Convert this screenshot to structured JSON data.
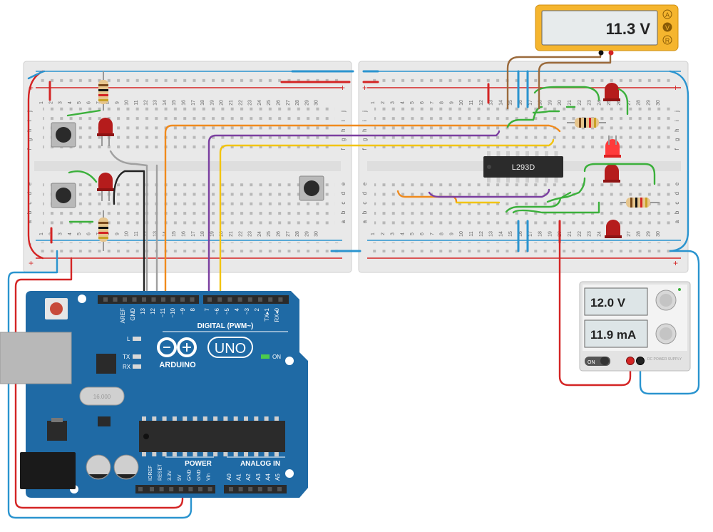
{
  "multimeter": {
    "reading": "11.3 V",
    "modes": [
      "A",
      "V",
      "R"
    ]
  },
  "power_supply": {
    "voltage": "12.0 V",
    "current": "11.9 mA",
    "switch_label": "ON",
    "brand": "DC POWER SUPPLY"
  },
  "ic": {
    "label": "L293D"
  },
  "arduino": {
    "brand": "ARDUINO",
    "model": "UNO",
    "on_label": "ON",
    "digital_label": "DIGITAL (PWM~)",
    "power_label": "POWER",
    "analog_label": "ANALOG IN",
    "tx_label": "TX",
    "rx_label": "RX",
    "l_label": "L",
    "crystal_label": "16.000",
    "digital_pins": [
      "AREF",
      "GND",
      "13",
      "12",
      "~11",
      "~10",
      "~9",
      "8",
      "7",
      "~6",
      "~5",
      "4",
      "~3",
      "2",
      "TX▸1",
      "RX◂0"
    ],
    "power_pins": [
      "IOREF",
      "RESET",
      "3.3V",
      "5V",
      "GND",
      "GND",
      "Vin"
    ],
    "analog_pins": [
      "A0",
      "A1",
      "A2",
      "A3",
      "A4",
      "A5"
    ]
  },
  "breadboard": {
    "rows_top": [
      "j",
      "i",
      "h",
      "g",
      "f"
    ],
    "rows_bottom": [
      "e",
      "d",
      "c",
      "b",
      "a"
    ],
    "columns": [
      "1",
      "2",
      "3",
      "4",
      "5",
      "6",
      "7",
      "8",
      "9",
      "10",
      "11",
      "12",
      "13",
      "14",
      "15",
      "16",
      "17",
      "18",
      "19",
      "20",
      "21",
      "22",
      "23",
      "24",
      "25",
      "26",
      "27",
      "28",
      "29",
      "30"
    ],
    "plus": "+",
    "minus": "-"
  },
  "colors": {
    "board_blue": "#1f6aa5",
    "wire_red": "#d42424",
    "wire_blue": "#2a94cf",
    "wire_orange": "#f08a1c",
    "wire_purple": "#7b3fa0",
    "wire_yellow": "#f2c40f",
    "wire_green": "#3bb03b",
    "wire_brown": "#9b6a3c",
    "wire_gray": "#a0a0a0",
    "wire_black": "#222222"
  }
}
